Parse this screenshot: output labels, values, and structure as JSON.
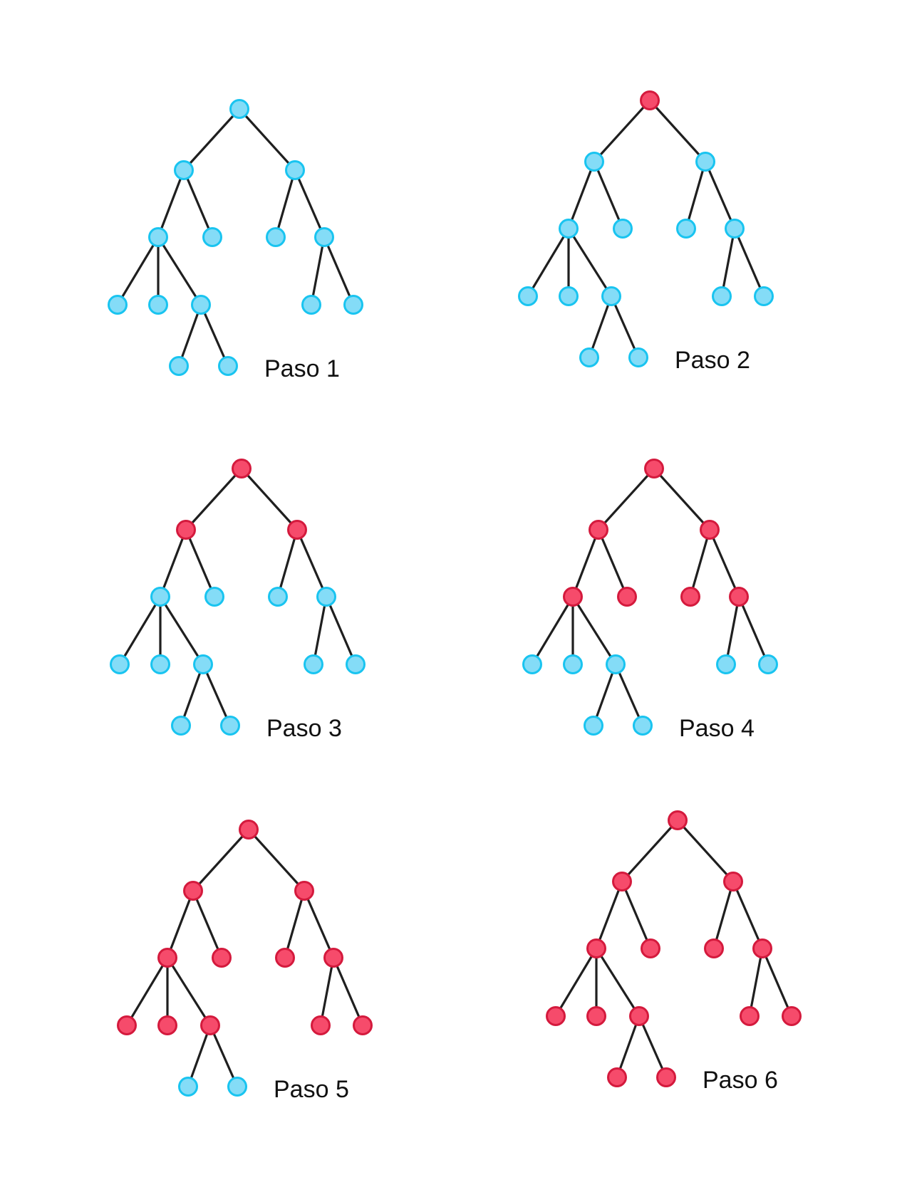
{
  "colors": {
    "unvisited_fill": "#84dcf7",
    "unvisited_stroke": "#19c4f0",
    "visited_fill": "#f64b6b",
    "visited_stroke": "#d41a3d",
    "edge": "#1f1f1f",
    "label": "#111111"
  },
  "tree": {
    "nodes": [
      "root",
      "a",
      "b",
      "a1",
      "a2",
      "b1",
      "b2",
      "c1",
      "c2",
      "c3",
      "d1",
      "d2",
      "e1",
      "e2"
    ],
    "edges": [
      [
        "root",
        "a"
      ],
      [
        "root",
        "b"
      ],
      [
        "a",
        "a1"
      ],
      [
        "a",
        "a2"
      ],
      [
        "b",
        "b1"
      ],
      [
        "b",
        "b2"
      ],
      [
        "a1",
        "c1"
      ],
      [
        "a1",
        "c2"
      ],
      [
        "a1",
        "c3"
      ],
      [
        "b2",
        "d1"
      ],
      [
        "b2",
        "d2"
      ],
      [
        "c3",
        "e1"
      ],
      [
        "c3",
        "e2"
      ]
    ]
  },
  "steps": [
    {
      "label": "Paso 1",
      "visited": []
    },
    {
      "label": "Paso 2",
      "visited": [
        "root"
      ]
    },
    {
      "label": "Paso 3",
      "visited": [
        "root",
        "a",
        "b"
      ]
    },
    {
      "label": "Paso 4",
      "visited": [
        "root",
        "a",
        "b",
        "a1",
        "a2",
        "b1",
        "b2"
      ]
    },
    {
      "label": "Paso 5",
      "visited": [
        "root",
        "a",
        "b",
        "a1",
        "a2",
        "b1",
        "b2",
        "c1",
        "c2",
        "c3",
        "d1",
        "d2"
      ]
    },
    {
      "label": "Paso 6",
      "visited": [
        "root",
        "a",
        "b",
        "a1",
        "a2",
        "b1",
        "b2",
        "c1",
        "c2",
        "c3",
        "d1",
        "d2",
        "e1",
        "e2"
      ]
    }
  ]
}
